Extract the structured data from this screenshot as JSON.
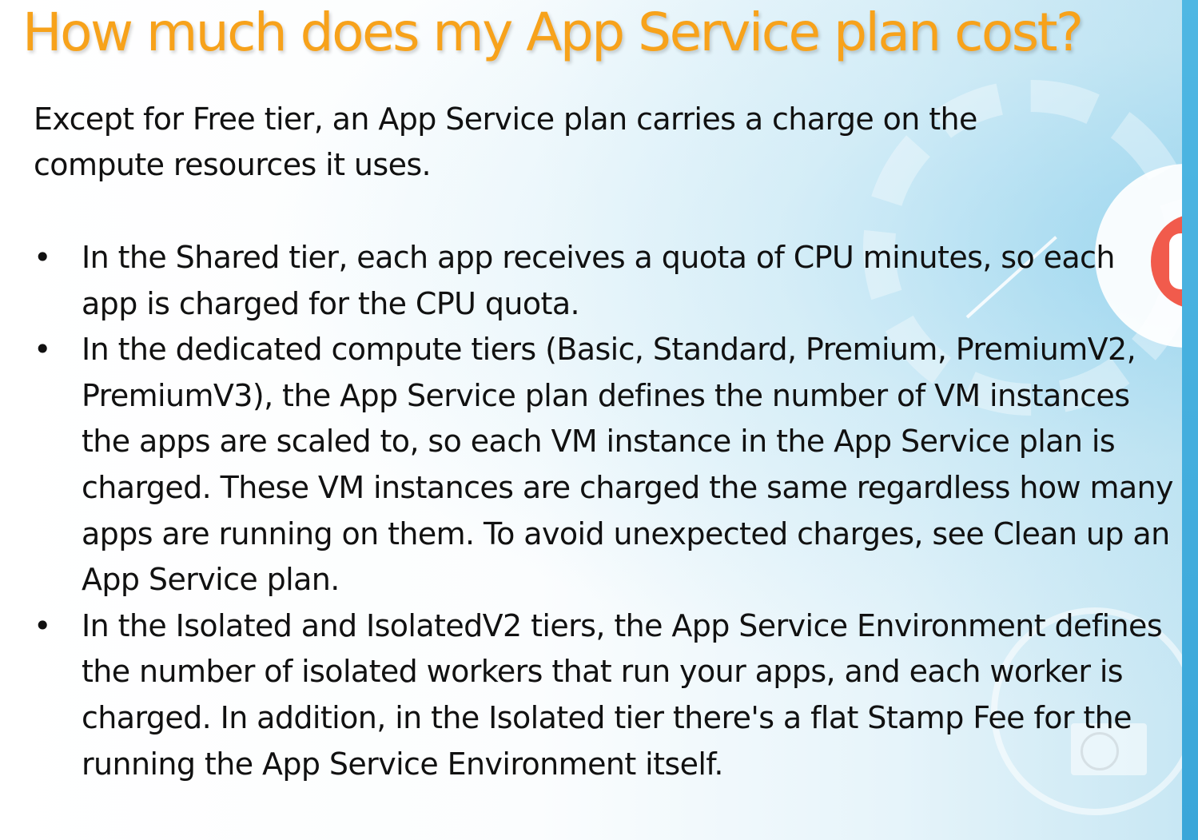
{
  "slide": {
    "title": "How much does my App Service plan cost?",
    "intro": "Except for Free tier, an App Service plan carries a charge on the compute resources it uses.",
    "bullet_symbol": "•",
    "bullets": [
      {
        "text": "In the Shared tier, each app receives a quota of CPU minutes, so each app is charged for the CPU quota."
      },
      {
        "text": "In the dedicated compute tiers (Basic, Standard, Premium, PremiumV2, PremiumV3), the App Service plan defines the number of VM instances the apps are scaled to, so each VM instance in the App Service plan is charged. These VM instances are charged the same regardless how many apps are running on them. To avoid unexpected charges, see Clean up an App Service plan."
      },
      {
        "text": "In the Isolated and IsolatedV2 tiers, the App Service Environment defines the number of isolated workers that run your apps, and each worker is charged. In addition, in the Isolated tier there's a flat Stamp Fee for the running the App Service Environment itself."
      }
    ]
  },
  "colors": {
    "title": "#f7a21b",
    "body_text": "#111111",
    "accent_blue": "#3aa6d9",
    "accent_red": "#f15b4c"
  },
  "icons": {
    "decoration_play": "play-icon",
    "decoration_gear": "gear-icon",
    "decoration_arrow": "arrow-icon",
    "watermark": "watermark-logo-icon"
  }
}
